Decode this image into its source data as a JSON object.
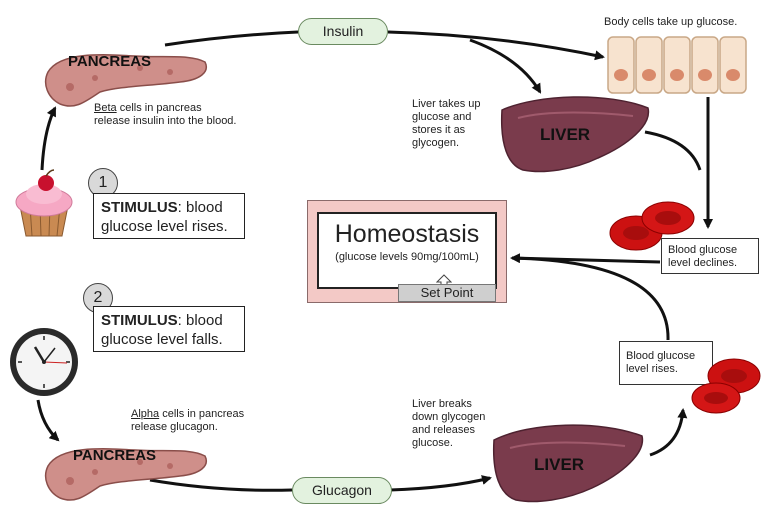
{
  "organs": {
    "pancreas_top": "PANCREAS",
    "pancreas_bottom": "PANCREAS",
    "liver_top": "LIVER",
    "liver_bottom": "LIVER"
  },
  "hormones": {
    "insulin": "Insulin",
    "glucagon": "Glucagon"
  },
  "notes": {
    "beta_word": "Beta",
    "beta_rest_1": " cells in pancreas",
    "beta_rest_2": "release insulin into the blood.",
    "alpha_word": "Alpha",
    "alpha_rest_1": " cells in pancreas",
    "alpha_rest_2": "release glucagon.",
    "body_cells": "Body cells take up glucose.",
    "liver_stores": [
      "Liver takes up",
      "glucose and",
      "stores it as",
      "glycogen."
    ],
    "liver_breaks": [
      "Liver breaks",
      "down glycogen",
      "and releases",
      "glucose."
    ]
  },
  "stimuli": [
    {
      "number": "1",
      "label": "STIMULUS",
      "line1": ":  blood",
      "line2": "glucose level rises."
    },
    {
      "number": "2",
      "label": "STIMULUS",
      "line1": ":  blood",
      "line2": "glucose level falls."
    }
  ],
  "homeostasis": {
    "title": "Homeostasis",
    "subtitle": "(glucose levels 90mg/100mL)",
    "set_point": "Set Point"
  },
  "blood_boxes": {
    "declines": [
      "Blood glucose",
      "level declines."
    ],
    "rises": [
      "Blood glucose",
      "level rises."
    ]
  },
  "colors": {
    "pancreas": "#cf8f8a",
    "liver": "#7a3b4c",
    "blood_cell": "#cc1111",
    "homeostasis_bg": "#f3c9c6",
    "pill_bg": "#e3f2df"
  },
  "icons": [
    "cupcake-icon",
    "clock-icon",
    "body-cells-icon",
    "red-blood-cells-icon"
  ]
}
